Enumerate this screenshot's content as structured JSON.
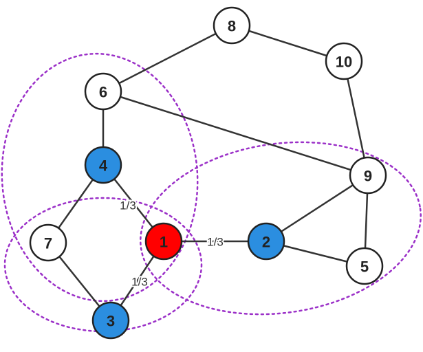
{
  "colors": {
    "highlight_red": "#ff0000",
    "highlight_blue": "#2b8ee0",
    "plain": "#ffffff",
    "dotted_region": "#9b30c8"
  },
  "nodes": [
    {
      "id": "1",
      "label": "1",
      "color": "highlight_red"
    },
    {
      "id": "2",
      "label": "2",
      "color": "highlight_blue"
    },
    {
      "id": "3",
      "label": "3",
      "color": "highlight_blue"
    },
    {
      "id": "4",
      "label": "4",
      "color": "highlight_blue"
    },
    {
      "id": "5",
      "label": "5",
      "color": "plain"
    },
    {
      "id": "6",
      "label": "6",
      "color": "plain"
    },
    {
      "id": "7",
      "label": "7",
      "color": "plain"
    },
    {
      "id": "8",
      "label": "8",
      "color": "plain"
    },
    {
      "id": "9",
      "label": "9",
      "color": "plain"
    },
    {
      "id": "10",
      "label": "10",
      "color": "plain"
    }
  ],
  "edges": [
    {
      "from": "8",
      "to": "6"
    },
    {
      "from": "8",
      "to": "10"
    },
    {
      "from": "10",
      "to": "9"
    },
    {
      "from": "6",
      "to": "9"
    },
    {
      "from": "6",
      "to": "4"
    },
    {
      "from": "4",
      "to": "7"
    },
    {
      "from": "4",
      "to": "1",
      "label": "1/3"
    },
    {
      "from": "7",
      "to": "3"
    },
    {
      "from": "3",
      "to": "1",
      "label": "1/3"
    },
    {
      "from": "1",
      "to": "2",
      "label": "1/3"
    },
    {
      "from": "2",
      "to": "9"
    },
    {
      "from": "2",
      "to": "5"
    },
    {
      "from": "9",
      "to": "5"
    }
  ],
  "regions": [
    {
      "name": "neighborhood-of-4"
    },
    {
      "name": "neighborhood-of-3"
    },
    {
      "name": "neighborhood-of-2"
    }
  ]
}
